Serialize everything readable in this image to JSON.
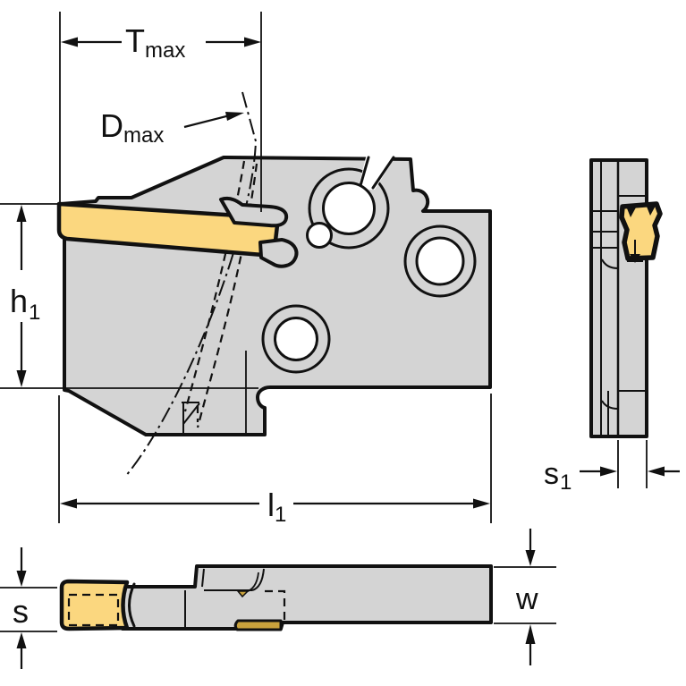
{
  "drawing": {
    "type": "technical-drawing",
    "subject": "grooving tool holder with carbide insert, three orthographic views"
  },
  "colors": {
    "bg": "#ffffff",
    "body_gray": "#d4d4d4",
    "insert_yellow": "#fbd77f",
    "insert_dark": "#c9a23c",
    "line": "#111111"
  },
  "labels": {
    "t_max": {
      "base": "T",
      "sub": "max"
    },
    "d_max": {
      "base": "D",
      "sub": "max"
    },
    "h1": {
      "base": "h",
      "sub": "1"
    },
    "l1": {
      "base": "l",
      "sub": "1"
    },
    "s1": {
      "base": "s",
      "sub": "1"
    },
    "s": {
      "base": "s"
    },
    "w": {
      "base": "w"
    }
  }
}
